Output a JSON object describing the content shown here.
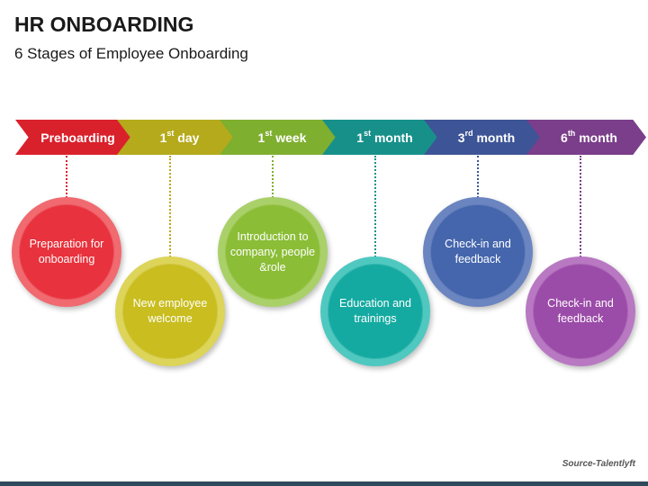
{
  "title": "HR ONBOARDING",
  "subtitle": "6 Stages of Employee Onboarding",
  "stages": [
    {
      "label": "Preboarding",
      "sup": "",
      "color": "#d9212c"
    },
    {
      "label": "1",
      "sup": "st",
      "suffix": " day",
      "color": "#b5aa1c"
    },
    {
      "label": "1",
      "sup": "st",
      "suffix": " week",
      "color": "#7faf2f"
    },
    {
      "label": "1",
      "sup": "st",
      "suffix": " month",
      "color": "#17908a"
    },
    {
      "label": "3",
      "sup": "rd",
      "suffix": " month",
      "color": "#3d5596"
    },
    {
      "label": "6",
      "sup": "th",
      "suffix": " month",
      "color": "#7b3e8a"
    }
  ],
  "steps": [
    {
      "text": "Preparation for onboarding",
      "color": "#e8323d",
      "ring": "#f06a70"
    },
    {
      "text": "New employee welcome",
      "color": "#c9bd1f",
      "ring": "#ddd45a"
    },
    {
      "text": "Introduction to company, people &role",
      "color": "#8bbd36",
      "ring": "#aad06a"
    },
    {
      "text": "Education and trainings",
      "color": "#14aaa1",
      "ring": "#4fc8c0"
    },
    {
      "text": "Check-in and feedback",
      "color": "#4566ad",
      "ring": "#6b85c0"
    },
    {
      "text": "Check-in and feedback",
      "color": "#9b4ba8",
      "ring": "#b878c2"
    }
  ],
  "source": "Source-Talentlyft"
}
